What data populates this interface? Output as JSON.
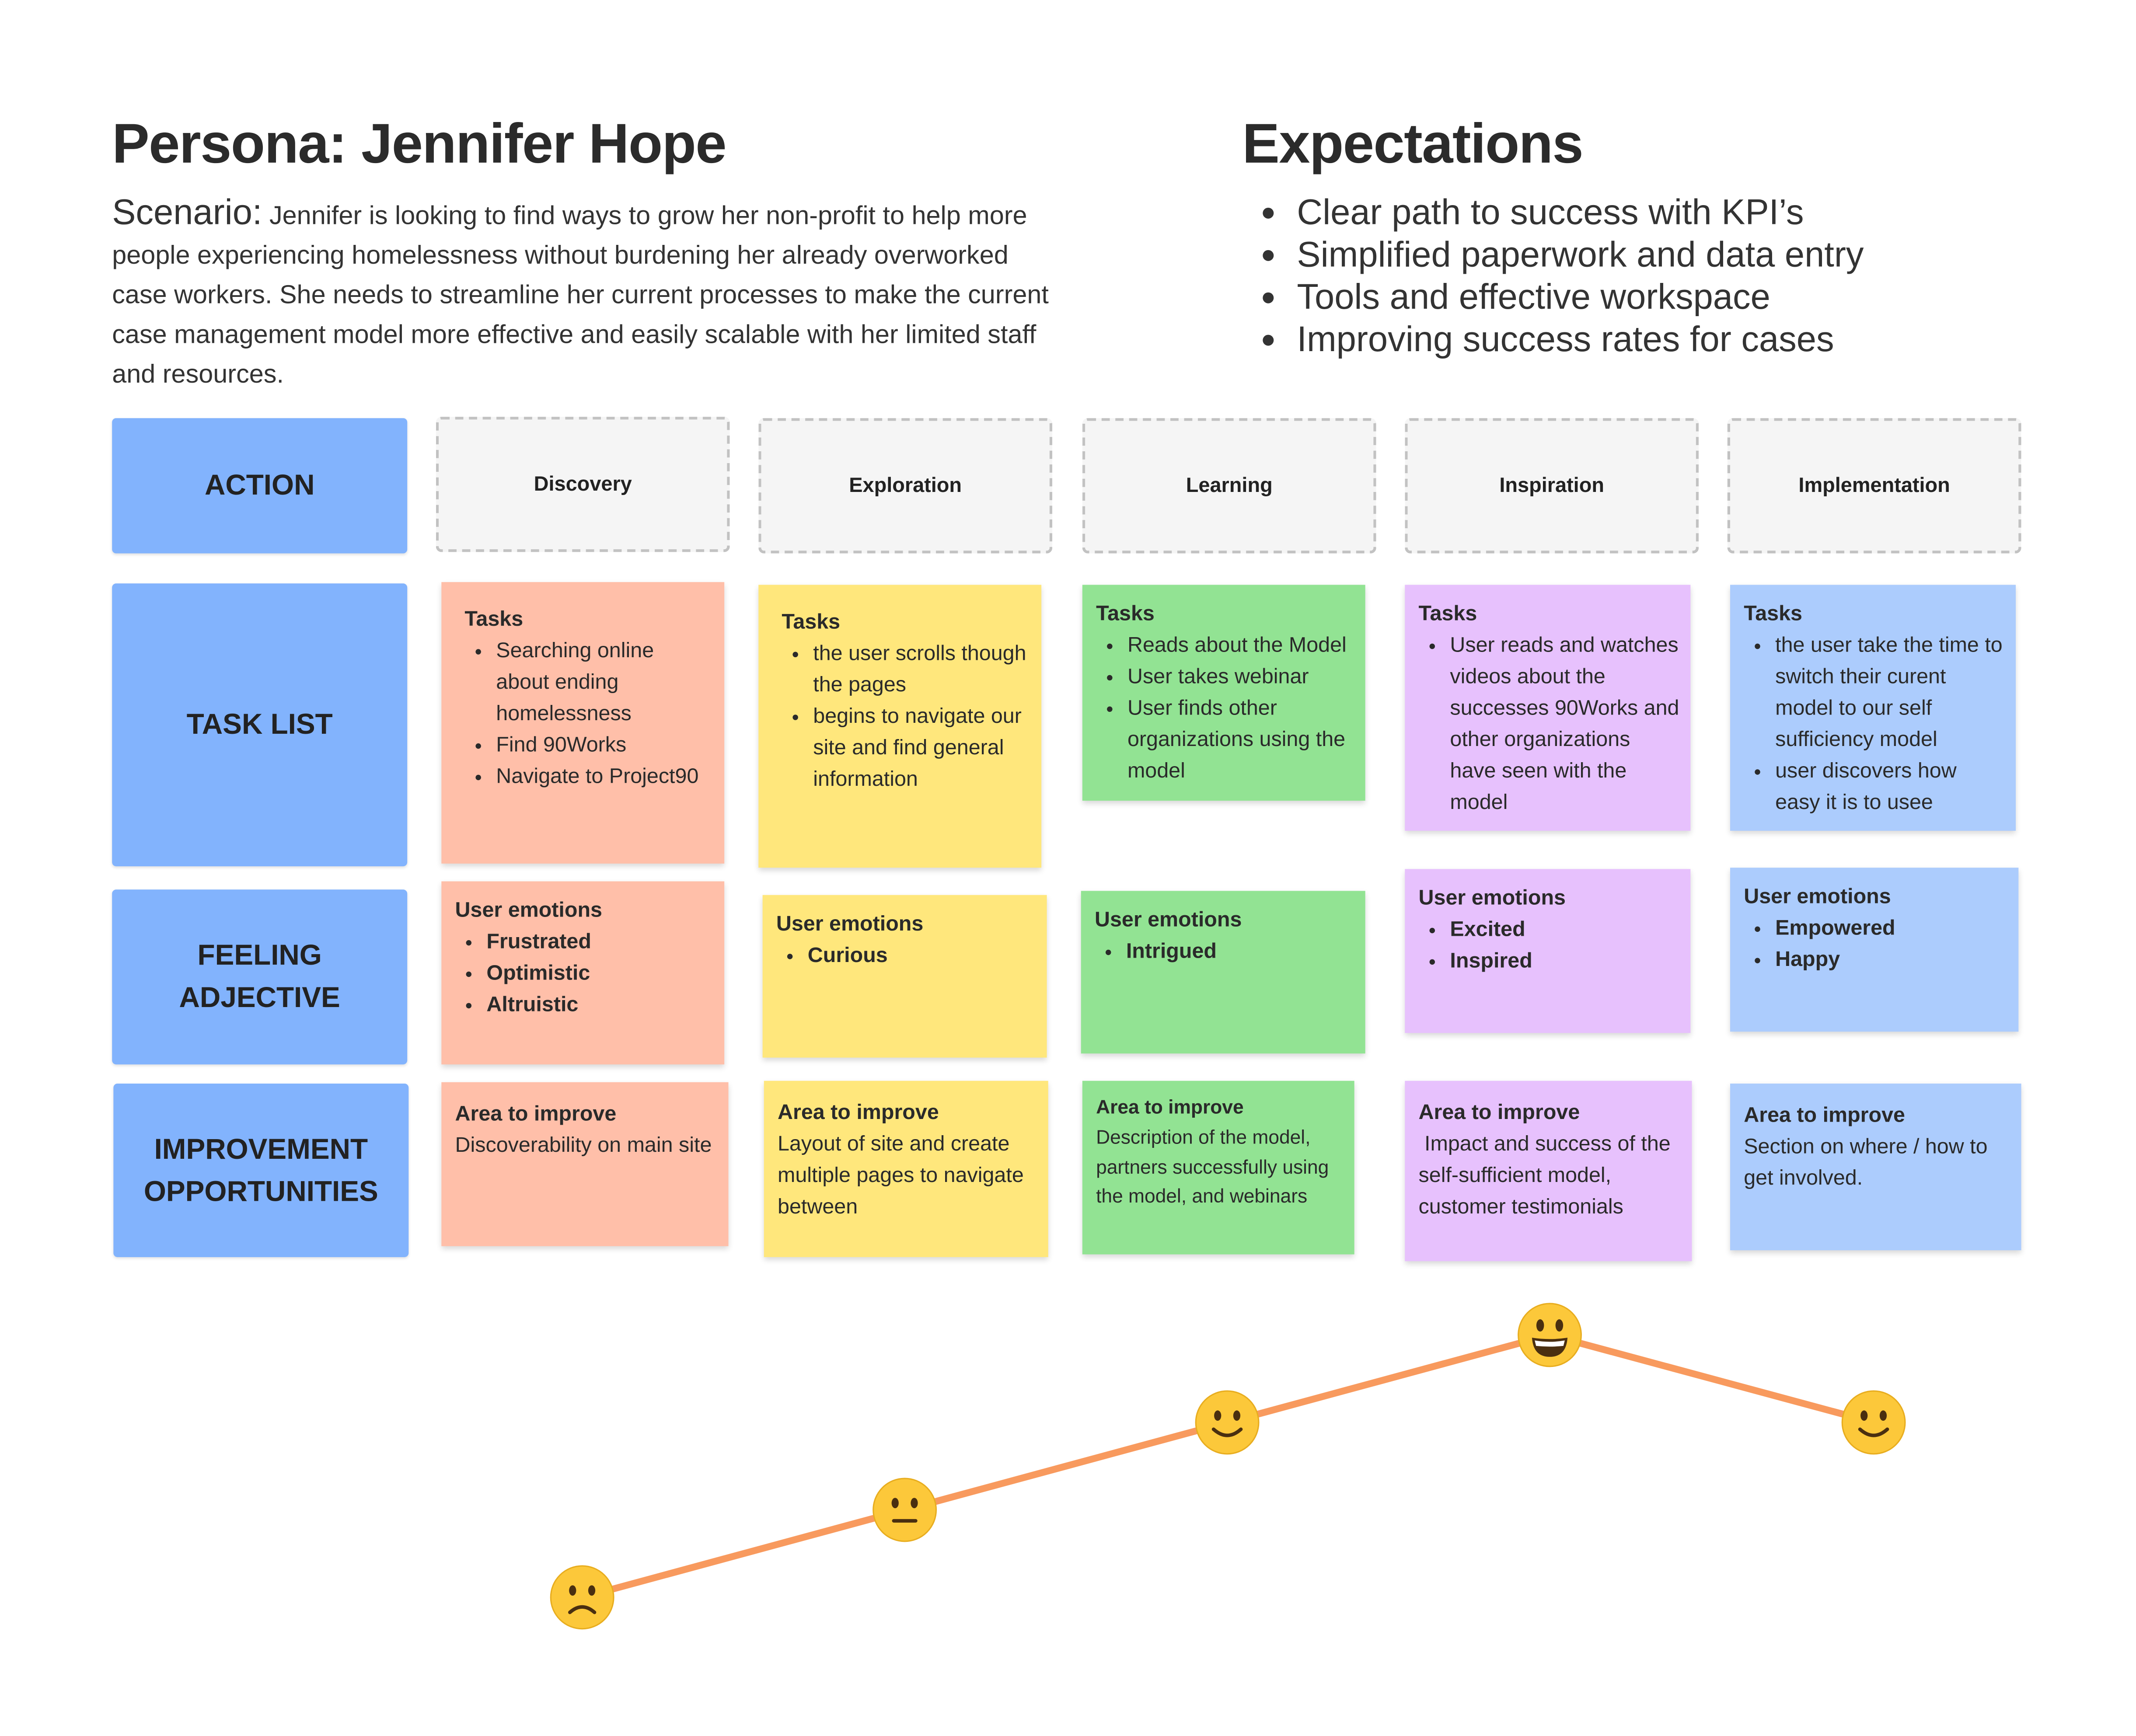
{
  "persona": {
    "title": "Persona: Jennifer Hope",
    "scenario_label": "Scenario:",
    "scenario_text": " Jennifer is looking to find ways to grow her non-profit to help more people experiencing homelessness without burdening her already overworked case workers. She needs to streamline her current processes to make the current case management model more effective and easily scalable with her limited staff and resources."
  },
  "expectations": {
    "title": "Expectations",
    "items": [
      "Clear path to success with KPI’s",
      "Simplified paperwork and data entry",
      "Tools and effective workspace",
      "Improving success rates for cases"
    ]
  },
  "rows": {
    "action": "ACTION",
    "task_list": "TASK LIST",
    "feeling": "FEELING\nADJECTIVE",
    "improvement": "IMPROVEMENT\nOPPORTUNITIES"
  },
  "phases": [
    "Discovery",
    "Exploration",
    "Learning",
    "Inspiration",
    "Implementation"
  ],
  "tasks": [
    {
      "heading": "Tasks",
      "items": [
        "Searching online about ending homelessness",
        "Find 90Works",
        "Navigate to Project90"
      ]
    },
    {
      "heading": "Tasks",
      "items": [
        "the user scrolls though the pages",
        "begins to navigate our site and find general information"
      ]
    },
    {
      "heading": "Tasks",
      "items": [
        "Reads about the Model",
        "User takes webinar",
        "User finds other organizations using the model"
      ]
    },
    {
      "heading": "Tasks",
      "items": [
        "User reads and watches videos about the successes 90Works and other organizations have seen with the model"
      ]
    },
    {
      "heading": "Tasks",
      "items": [
        "the user take the time to switch their curent model to our self sufficiency model",
        "user discovers how easy it is to usee"
      ]
    }
  ],
  "emotions": [
    {
      "heading": "User emotions",
      "items": [
        "Frustrated",
        "Optimistic",
        "Altruistic"
      ]
    },
    {
      "heading": "User emotions",
      "items": [
        "Curious"
      ]
    },
    {
      "heading": "User emotions",
      "items": [
        "Intrigued"
      ]
    },
    {
      "heading": "User emotions",
      "items": [
        "Excited",
        "Inspired"
      ]
    },
    {
      "heading": "User emotions",
      "items": [
        "Empowered",
        "Happy"
      ]
    }
  ],
  "improvements": [
    {
      "heading": "Area to improve",
      "text": "Discoverability on main site"
    },
    {
      "heading": "Area to improve",
      "text": "Layout of site and create multiple pages to navigate between"
    },
    {
      "heading": "Area to improve",
      "text": "Description of the model, partners successfully using the model, and webinars"
    },
    {
      "heading": "Area to improve",
      "text": " Impact and success of the self-sufficient model, customer testimonials"
    },
    {
      "heading": "Area to improve",
      "text": "Section on where / how to get involved."
    }
  ],
  "emotion_curve": {
    "levels": [
      1,
      2,
      3,
      4,
      3
    ],
    "faces": [
      "frowning-face-icon",
      "neutral-face-icon",
      "smiling-face-icon",
      "grinning-face-icon",
      "smiling-face-icon"
    ],
    "line_color": "#f89a5e",
    "face_color": "#fcc83a"
  },
  "colors": {
    "row_label": "#82b3fd",
    "notes": [
      "#ffbfa9",
      "#ffe77c",
      "#92e393",
      "#e7c1fd",
      "#acccfd"
    ]
  }
}
